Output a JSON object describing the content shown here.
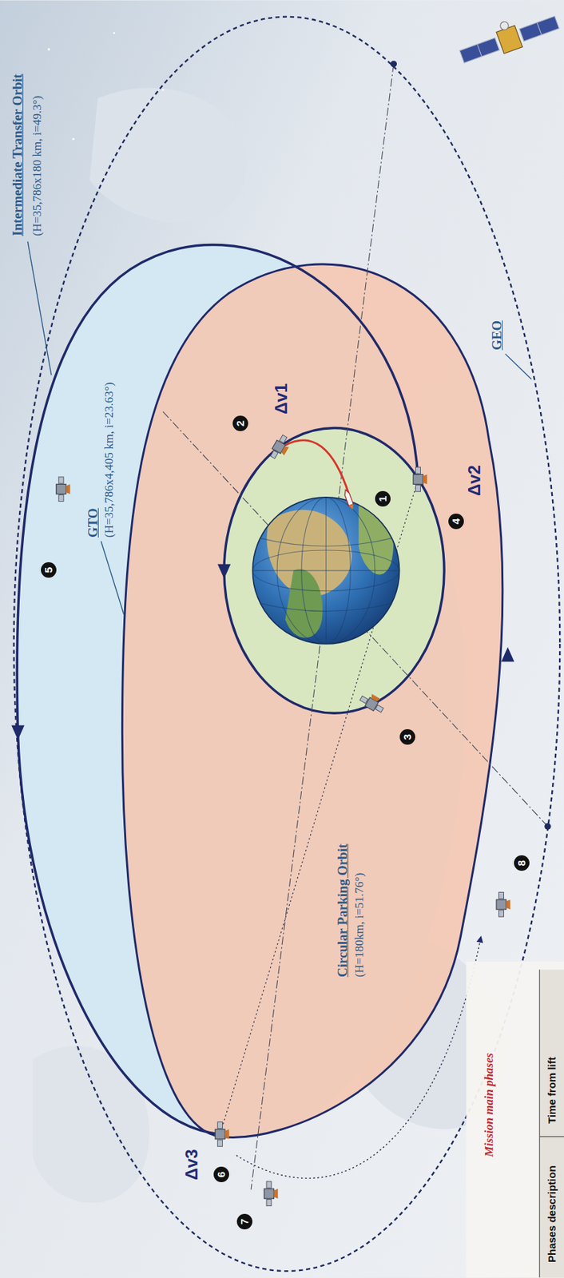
{
  "diagram": {
    "labels": [
      "Intermediate Transfer Orbit",
      "(H=35,786x180 km, i=49.3°)",
      "GTO",
      "(H=35,786x4,405 km, i=23.63°)",
      "GEO",
      "Circular Parking Orbit",
      "(H=180km, i=51.76°)",
      "Δv1",
      "Δv2",
      "Δv3",
      "1",
      "2",
      "3",
      "4",
      "5",
      "6",
      "7",
      "8",
      "Mission main phases",
      "Phases description",
      "Time from lift"
    ]
  }
}
